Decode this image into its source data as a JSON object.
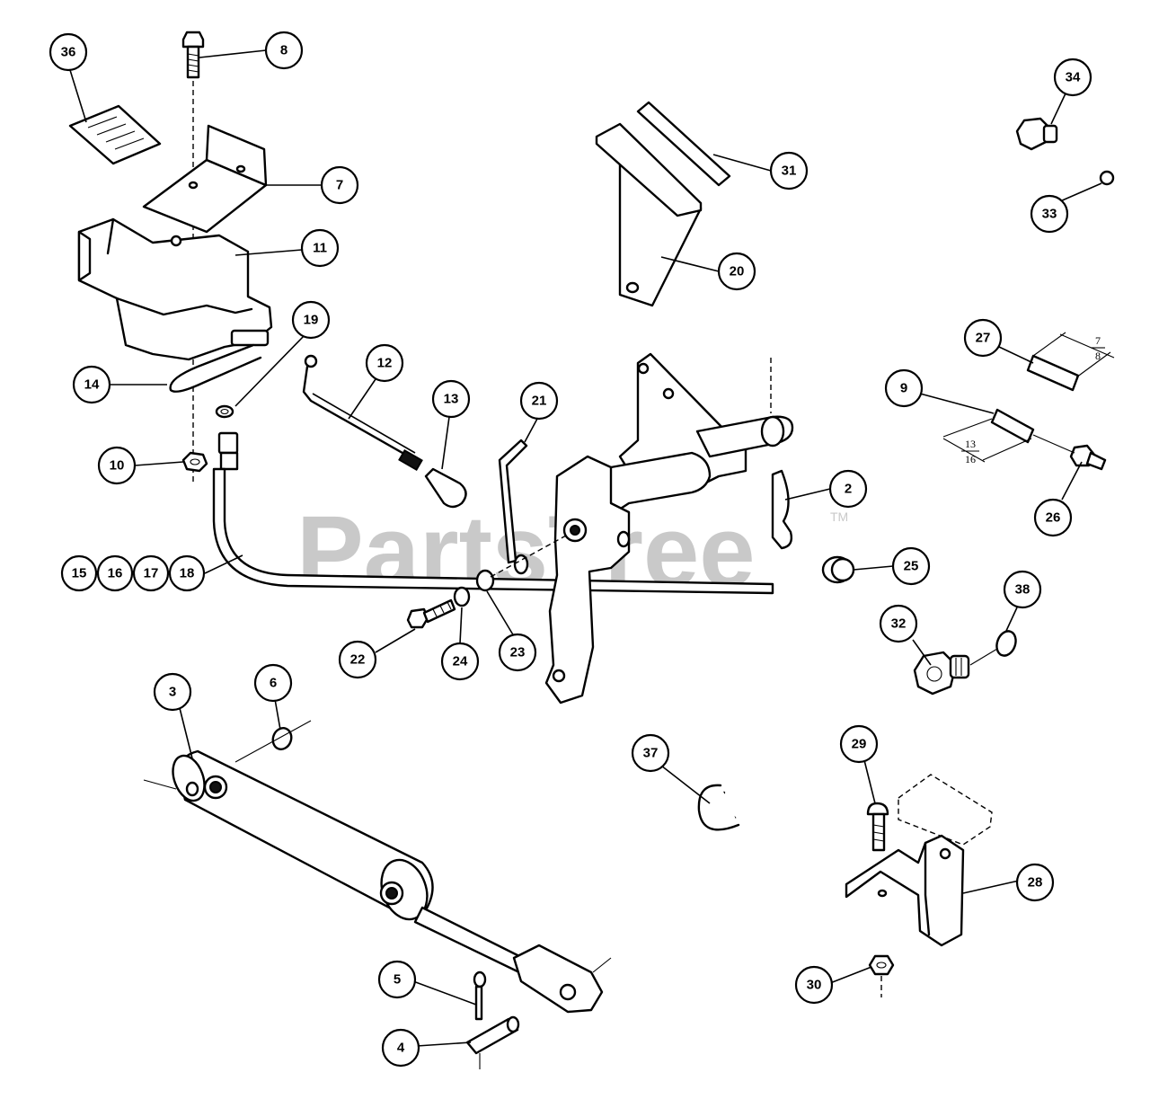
{
  "watermark": {
    "text": "PartsTree",
    "trademark": "TM"
  },
  "dimensions": {
    "spring_27": {
      "numerator": "7",
      "denominator": "8"
    },
    "spring_9": {
      "numerator": "13",
      "denominator": "16"
    }
  },
  "callouts": [
    {
      "id": "c36",
      "label": "36"
    },
    {
      "id": "c8",
      "label": "8"
    },
    {
      "id": "c7",
      "label": "7"
    },
    {
      "id": "c11",
      "label": "11"
    },
    {
      "id": "c19",
      "label": "19"
    },
    {
      "id": "c14",
      "label": "14"
    },
    {
      "id": "c10",
      "label": "10"
    },
    {
      "id": "c12",
      "label": "12"
    },
    {
      "id": "c13",
      "label": "13"
    },
    {
      "id": "c21",
      "label": "21"
    },
    {
      "id": "c15",
      "label": "15"
    },
    {
      "id": "c16",
      "label": "16"
    },
    {
      "id": "c17",
      "label": "17"
    },
    {
      "id": "c18",
      "label": "18"
    },
    {
      "id": "c22",
      "label": "22"
    },
    {
      "id": "c24",
      "label": "24"
    },
    {
      "id": "c23",
      "label": "23"
    },
    {
      "id": "c31",
      "label": "31"
    },
    {
      "id": "c20",
      "label": "20"
    },
    {
      "id": "c2",
      "label": "2"
    },
    {
      "id": "c25",
      "label": "25"
    },
    {
      "id": "c34",
      "label": "34"
    },
    {
      "id": "c33",
      "label": "33"
    },
    {
      "id": "c27",
      "label": "27"
    },
    {
      "id": "c9",
      "label": "9"
    },
    {
      "id": "c26",
      "label": "26"
    },
    {
      "id": "c32",
      "label": "32"
    },
    {
      "id": "c38",
      "label": "38"
    },
    {
      "id": "c3",
      "label": "3"
    },
    {
      "id": "c6",
      "label": "6"
    },
    {
      "id": "c5",
      "label": "5"
    },
    {
      "id": "c4",
      "label": "4"
    },
    {
      "id": "c37",
      "label": "37"
    },
    {
      "id": "c29",
      "label": "29"
    },
    {
      "id": "c28",
      "label": "28"
    },
    {
      "id": "c30",
      "label": "30"
    }
  ]
}
